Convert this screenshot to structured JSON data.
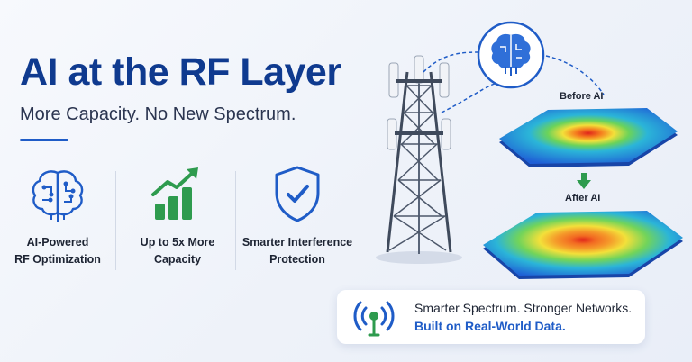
{
  "hero": {
    "title": "AI at the RF Layer",
    "subtitle": "More Capacity. No New Spectrum."
  },
  "features": [
    {
      "icon": "brain-circuit-icon",
      "line1": "AI-Powered",
      "line2": "RF Optimization"
    },
    {
      "icon": "growth-chart-icon",
      "line1": "Up to 5x More",
      "line2": "Capacity"
    },
    {
      "icon": "shield-check-icon",
      "line1": "Smarter Interference",
      "line2": "Protection"
    }
  ],
  "diagram": {
    "before_label": "Before AI",
    "after_label": "After AI"
  },
  "banner": {
    "line1": "Smarter Spectrum. Stronger Networks.",
    "line2": "Built on Real-World Data.",
    "icon": "signal-antenna-icon"
  },
  "colors": {
    "brand_blue": "#0f3a8f",
    "accent_blue": "#1f5cc7",
    "growth_green": "#2e9b4e"
  }
}
